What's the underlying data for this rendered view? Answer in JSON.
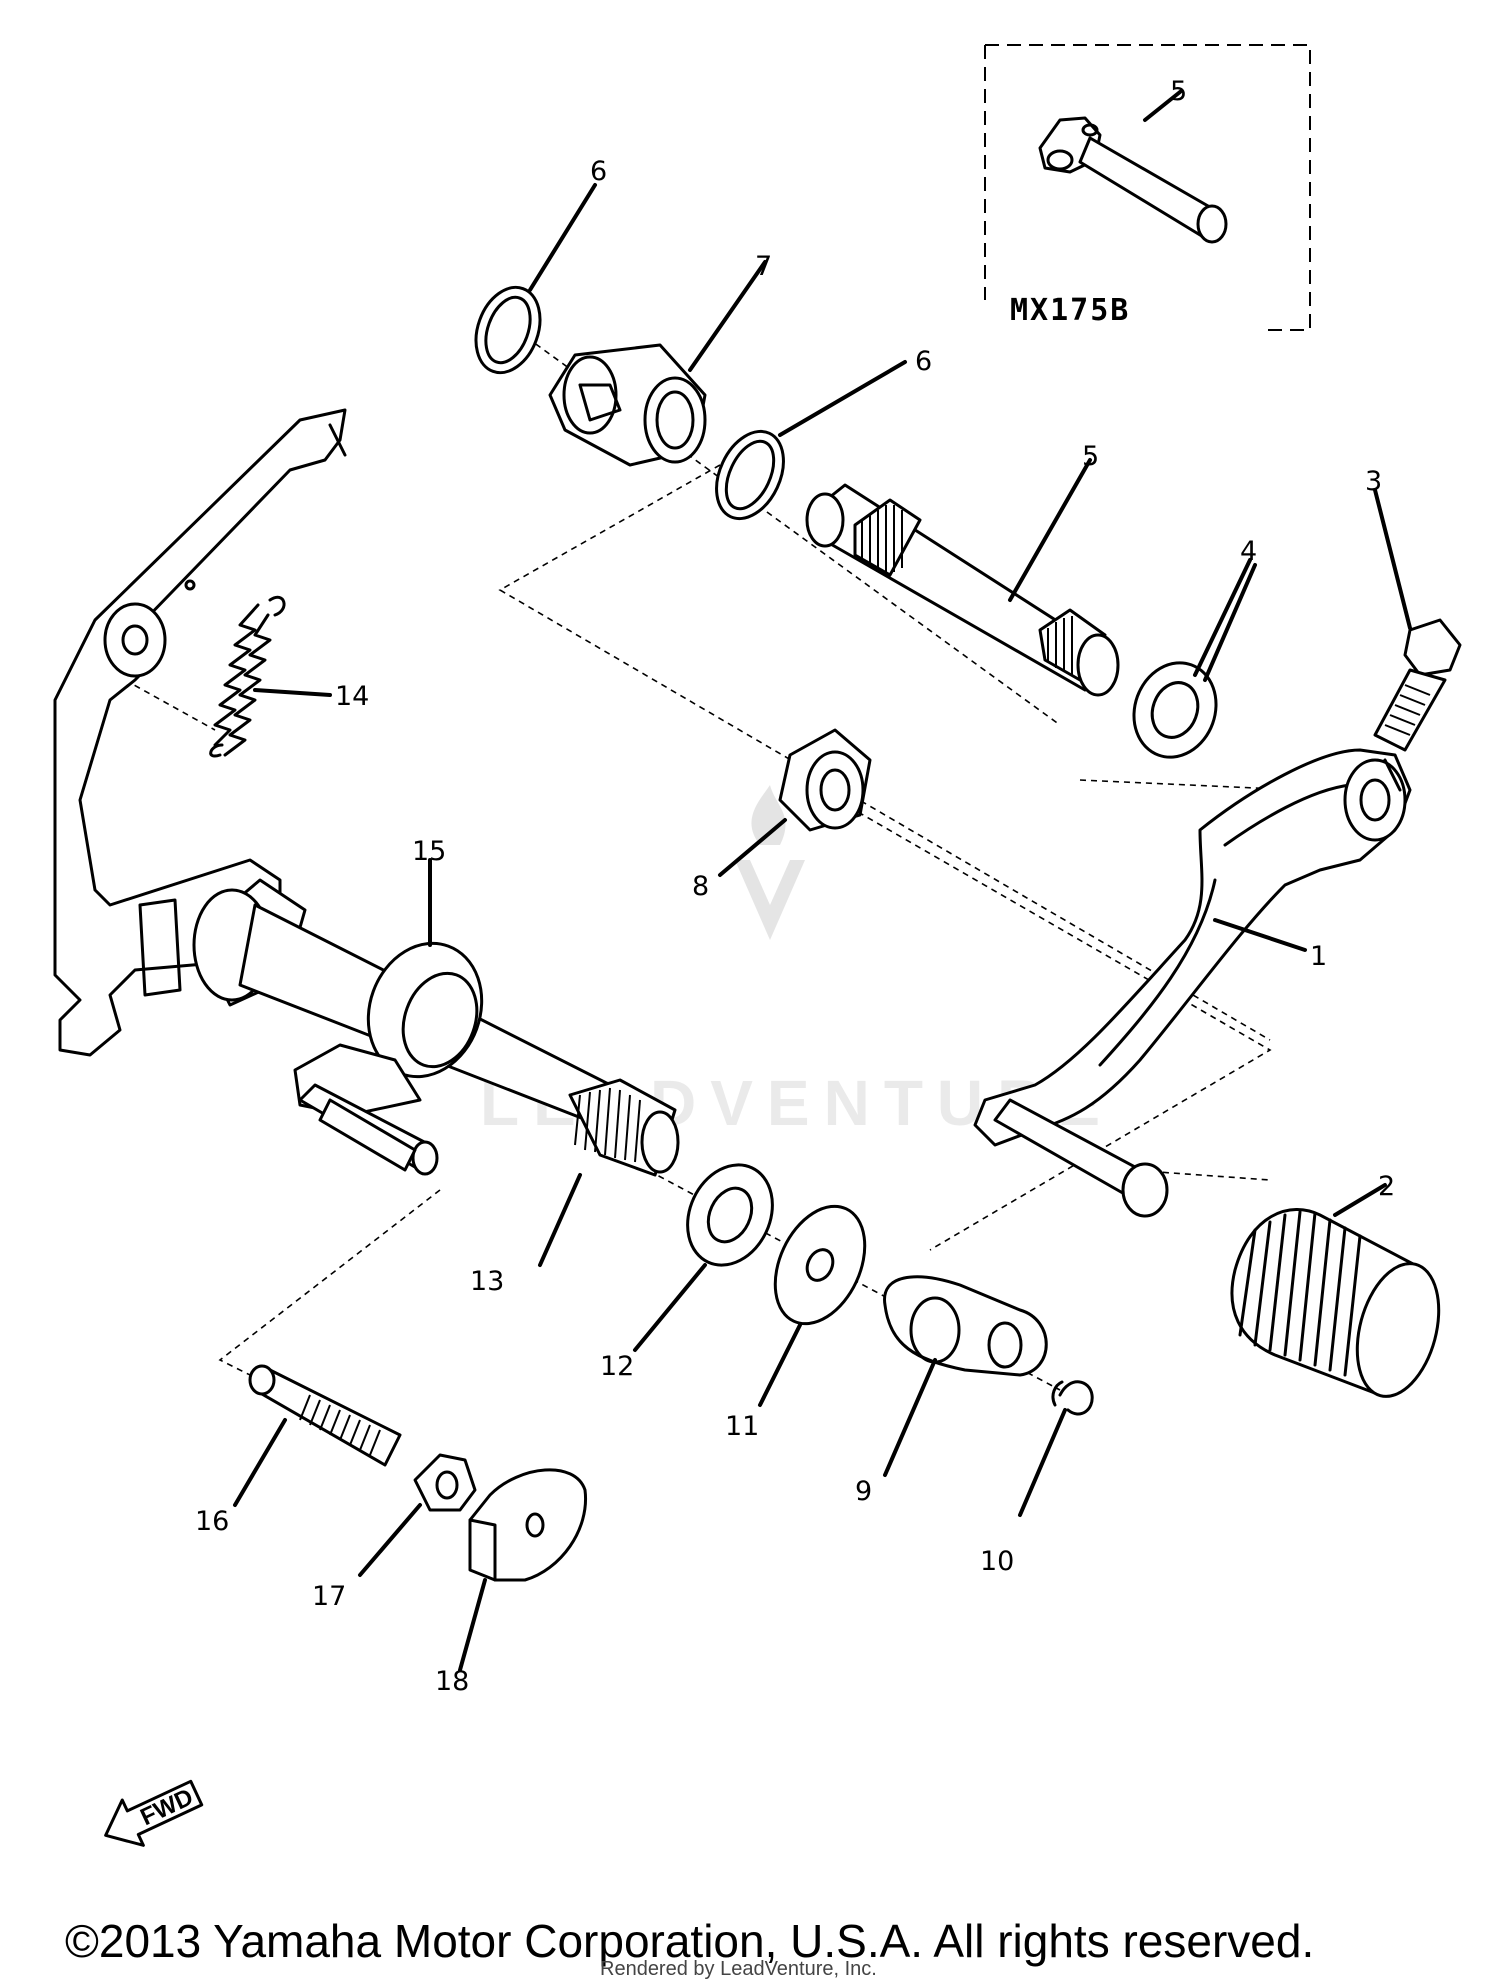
{
  "inset": {
    "label": "MX175B",
    "part_number": "5"
  },
  "callouts": {
    "c1": "1",
    "c2": "2",
    "c3": "3",
    "c4": "4",
    "c5": "5",
    "c6a": "6",
    "c6b": "6",
    "c7": "7",
    "c8": "8",
    "c9": "9",
    "c10": "10",
    "c11": "11",
    "c12": "12",
    "c13": "13",
    "c14": "14",
    "c15": "15",
    "c16": "16",
    "c17": "17",
    "c18": "18"
  },
  "direction_arrow": {
    "label": "FWD"
  },
  "watermark": {
    "text": "LEADVENTURE"
  },
  "footer": {
    "copyright": "©2013 Yamaha Motor Corporation, U.S.A. All rights reserved.",
    "rendered_by": "Rendered by LeadVenture, Inc."
  },
  "colors": {
    "ink": "#000000",
    "background": "#ffffff",
    "watermark": "#d9d9d9"
  }
}
